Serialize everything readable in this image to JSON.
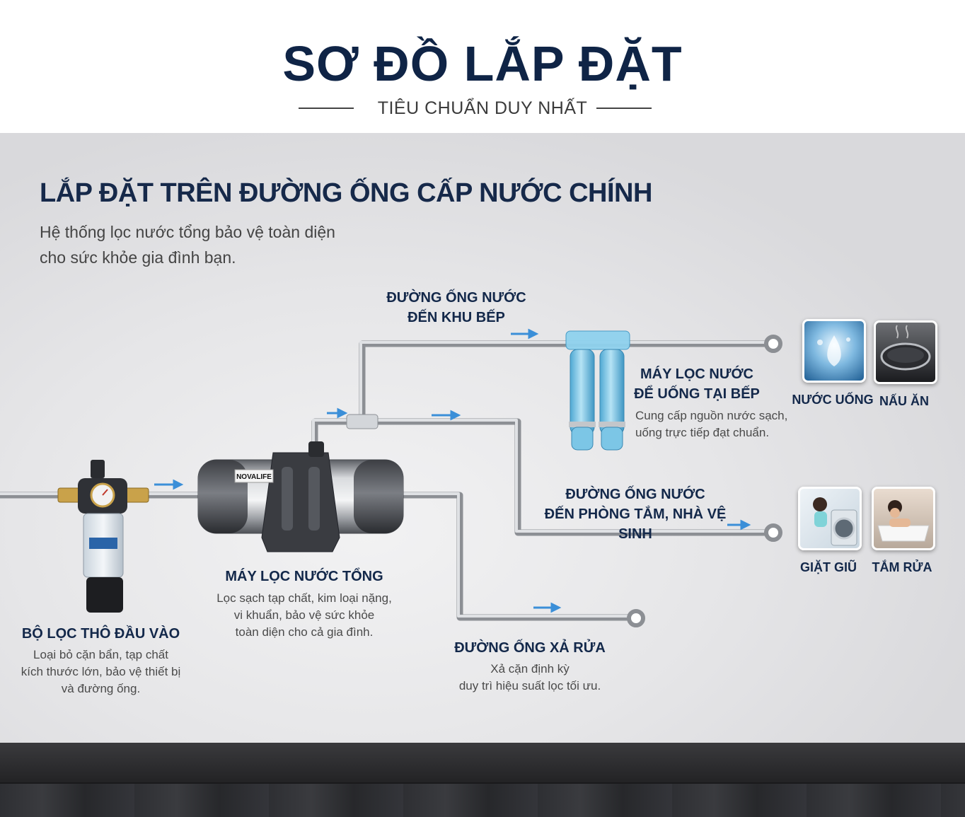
{
  "header": {
    "title": "SƠ ĐỒ LẮP ĐẶT",
    "subtitle": "TIÊU CHUẨN DUY NHẤT"
  },
  "section": {
    "title": "LẮP ĐẶT TRÊN ĐƯỜNG ỐNG CẤP NƯỚC CHÍNH",
    "desc_line1": "Hệ thống lọc nước tổng bảo vệ toàn diện",
    "desc_line2": "cho sức khỏe gia đình bạn."
  },
  "prefilter": {
    "label": "BỘ LỌC THÔ ĐẦU VÀO",
    "desc": [
      "Loại bỏ cặn bẩn, tạp chất",
      "kích thước lớn, bảo vệ thiết bị",
      "và đường ống."
    ]
  },
  "main_filter": {
    "brand": "NOVALIFE",
    "label": "MÁY LỌC NƯỚC TỔNG",
    "desc": [
      "Lọc sạch tạp chất, kim loại nặng,",
      "vi khuẩn, bảo vệ sức khỏe",
      "toàn diện cho cả gia đình."
    ]
  },
  "kitchen_line": {
    "label": [
      "ĐƯỜNG ỐNG NƯỚC",
      "ĐẾN KHU BẾP"
    ]
  },
  "kitchen_filter": {
    "label": [
      "MÁY LỌC NƯỚC",
      "ĐỂ UỐNG TẠI BẾP"
    ],
    "desc": [
      "Cung cấp nguồn nước sạch,",
      "uống trực tiếp đạt chuẩn."
    ]
  },
  "bath_line": {
    "label": [
      "ĐƯỜNG ỐNG NƯỚC",
      "ĐẾN PHÒNG TẮM, NHÀ VỆ SINH"
    ]
  },
  "drain_line": {
    "label": "ĐƯỜNG ỐNG XẢ RỬA",
    "desc": [
      "Xả cặn định kỳ",
      "duy trì hiệu suất lọc tối ưu."
    ]
  },
  "uses": {
    "drinking": "NƯỚC UỐNG",
    "cooking": "NẤU ĂN",
    "laundry": "GIẶT GIŨ",
    "bathing": "TẮM RỬA"
  },
  "colors": {
    "title": "#0f2446",
    "pipe": "#b9bcc1",
    "arrow": "#3b8fd8",
    "filter_blue": "#7cc6e6"
  }
}
